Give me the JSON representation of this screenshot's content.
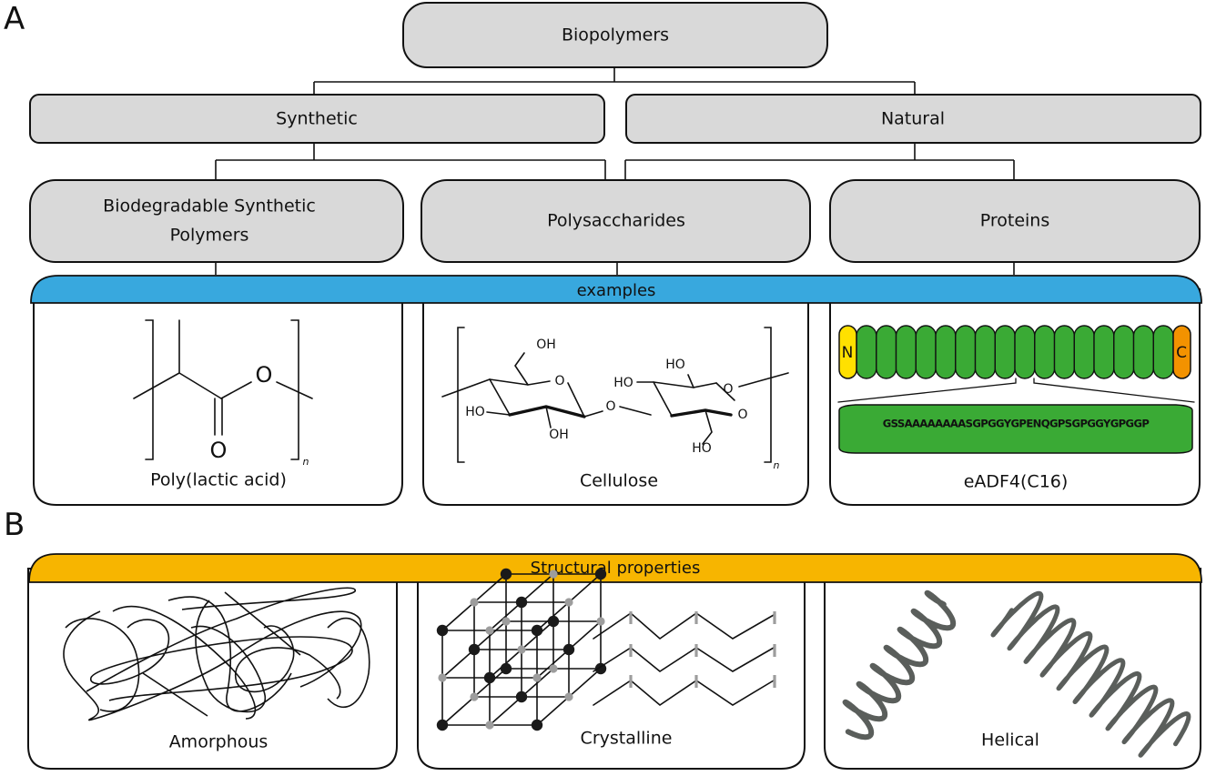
{
  "panels": {
    "a_label": "A",
    "b_label": "B"
  },
  "tree": {
    "root": "Biopolymers",
    "level1": [
      "Synthetic",
      "Natural"
    ],
    "level2": {
      "biodegradable_line1": "Biodegradable Synthetic",
      "biodegradable_line2": "Polymers",
      "polysaccharides": "Polysaccharides",
      "proteins": "Proteins"
    }
  },
  "examples": {
    "band_label": "examples",
    "band_color": "#38a8de",
    "items": [
      {
        "caption": "Poly(lactic acid)"
      },
      {
        "caption": "Cellulose"
      },
      {
        "caption": "eADF4(C16)"
      }
    ],
    "pla": {
      "oxygen": "O",
      "repeat": "n"
    },
    "cellulose": {
      "oh": "OH",
      "ho": "HO",
      "oxygen": "O",
      "repeat": "n"
    },
    "protein": {
      "n_term": "N",
      "c_term": "C",
      "repeat_modules": 16,
      "sequence": "GSSAAAAAAAASGPGGYGPENQGPSGPGGYGPGGP",
      "module_color": "#3aaa35",
      "n_color": "#ffe000",
      "c_color": "#f39200"
    }
  },
  "structural": {
    "band_label": "Structural properties",
    "band_color": "#f7b500",
    "items": [
      {
        "caption": "Amorphous"
      },
      {
        "caption": "Crystalline"
      },
      {
        "caption": "Helical"
      }
    ]
  }
}
